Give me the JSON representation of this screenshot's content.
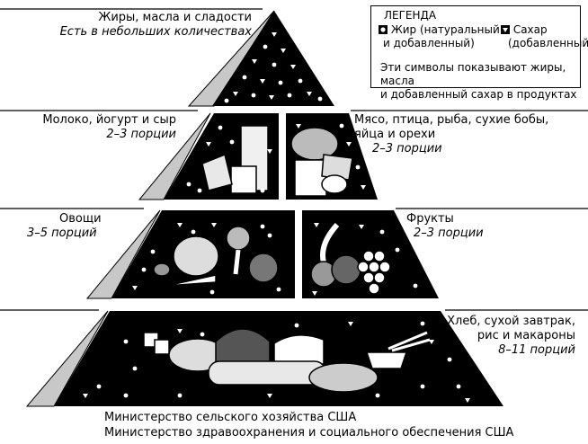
{
  "legend": {
    "title": "ЛЕГЕНДА",
    "fat_label_1": "Жир (натуральный",
    "fat_label_2": "и добавленный)",
    "sugar_label_1": "Сахар",
    "sugar_label_2": "(добавленный)",
    "note_1": "Эти символы показывают жиры, масла",
    "note_2": "и добавленный сахар в продуктах",
    "fat_icon": "circle-icon",
    "sugar_icon": "triangle-icon"
  },
  "groups": {
    "fats": {
      "name": "Жиры, масла и сладости",
      "serving": "Есть в небольших количествах"
    },
    "dairy": {
      "name": "Молоко, йогурт и сыр",
      "serving": "2–3 порции"
    },
    "meat": {
      "name_1": "Мясо, птица, рыба, сухие бобы,",
      "name_2": "яйца и орехи",
      "serving": "2–3 порции"
    },
    "vegetables": {
      "name": "Овощи",
      "serving": "3–5 порций"
    },
    "fruits": {
      "name": "Фрукты",
      "serving": "2–3 порции"
    },
    "grains": {
      "name_1": "Хлеб, сухой завтрак,",
      "name_2": "рис и макароны",
      "serving": "8–11 порций"
    }
  },
  "credits": {
    "line_1": "Министерство сельского хозяйства США",
    "line_2": "Министерство здравоохранения и социального обеспечения США"
  },
  "colors": {
    "ink": "#000000",
    "side": "#c8c8c8",
    "paper": "#ffffff"
  }
}
